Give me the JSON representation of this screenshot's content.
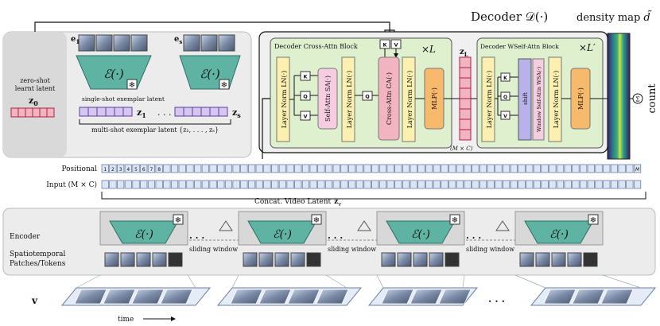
{
  "exemplar": {
    "zero_shot_label_line1": "zero-shot",
    "zero_shot_label_line2": "learnt latent",
    "z0": "z",
    "z0_sub": "0",
    "e1": "e",
    "e1_sub": "1",
    "es": "e",
    "es_sub": "s",
    "encoder_symbol": "ℰ(·)",
    "single_shot_label": "single-shot exemplar latent",
    "z1": "z",
    "z1_sub": "1",
    "zs": "z",
    "zs_sub": "s",
    "multi_shot_label": "multi-shot exemplar latent {z₁, . . . , zₛ}"
  },
  "decoder": {
    "title": "Decoder 𝒟(·)",
    "cross_attn_block_label": "Decoder Cross-Attn Block",
    "cross_repeat": "×L",
    "wself_block_label": "Decoder WSelf-Attn Block",
    "wself_repeat": "×L′",
    "layer_norm": "Layer Norm LN(·)",
    "self_attn": "Self-Attn SA(·)",
    "cross_attn": "Cross-Attn CA(·)",
    "mlp": "MLP(·)",
    "window_self_attn": "Window Self-Attn WSA(·)",
    "shift": "shift",
    "k": "K",
    "q": "Q",
    "v": "V",
    "zl": "z",
    "zl_sub": "L",
    "mxc": "(M × C)",
    "sum_symbol": "Σ"
  },
  "output": {
    "density_label": "density map",
    "density_symbol": "d̃",
    "count_label": "count"
  },
  "tokens": {
    "positional_label": "Positional",
    "positions": [
      "1",
      "2",
      "3",
      "4",
      "5",
      "6",
      "7",
      "8"
    ],
    "ellipsis": ". . .",
    "last_position": "M",
    "input_label": "Input (M × C)",
    "concat_label": "Concat. Video Latent",
    "zv": "z",
    "zv_sub": "v"
  },
  "encoder_row": {
    "encoder_label": "Encoder",
    "patches_label_line1": "Spatiotemporal",
    "patches_label_line2": "Patches/Tokens",
    "encoder_symbol": "ℰ(·)",
    "sliding_window": "sliding window",
    "ellipsis": ". . ."
  },
  "video": {
    "v_label": "v",
    "time_label": "time",
    "ellipsis": ". . ."
  },
  "colors": {
    "trapezoid": "#5fb3a3",
    "decoder_bg": "#dff0cf",
    "layer_norm": "#fbf0b0",
    "self_attn": "#f6cde0",
    "mlp": "#f7b96c",
    "latent_pink": "#f3b4c2",
    "latent_purple": "#d6c7ef",
    "token_blue": "#dce6f6",
    "window_purple": "#b8b2ea"
  }
}
